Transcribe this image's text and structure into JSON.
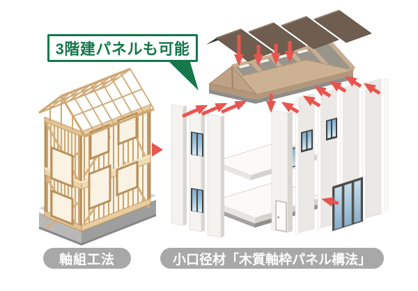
{
  "callout": {
    "text": "3階建パネルも可能"
  },
  "left_structure": {
    "label": "軸組工法"
  },
  "right_structure": {
    "label": "小口径材「木質軸枠パネル構法」"
  },
  "colors": {
    "callout_green": "#15774a",
    "arrow_red": "#e8554f",
    "label_gray": "#a8a8a8",
    "label_text": "#ffffff",
    "timber": "#d9b383",
    "timber_dark": "#b8905c",
    "roof_panel_brown": "#6f5e50",
    "roof_panel_shadow": "#3c342c",
    "truss_tan": "#c9ad90",
    "wall_panel_white": "#f5f3f0",
    "window_blue": "#7da8c9",
    "foundation_gray": "#b3b3b3"
  }
}
